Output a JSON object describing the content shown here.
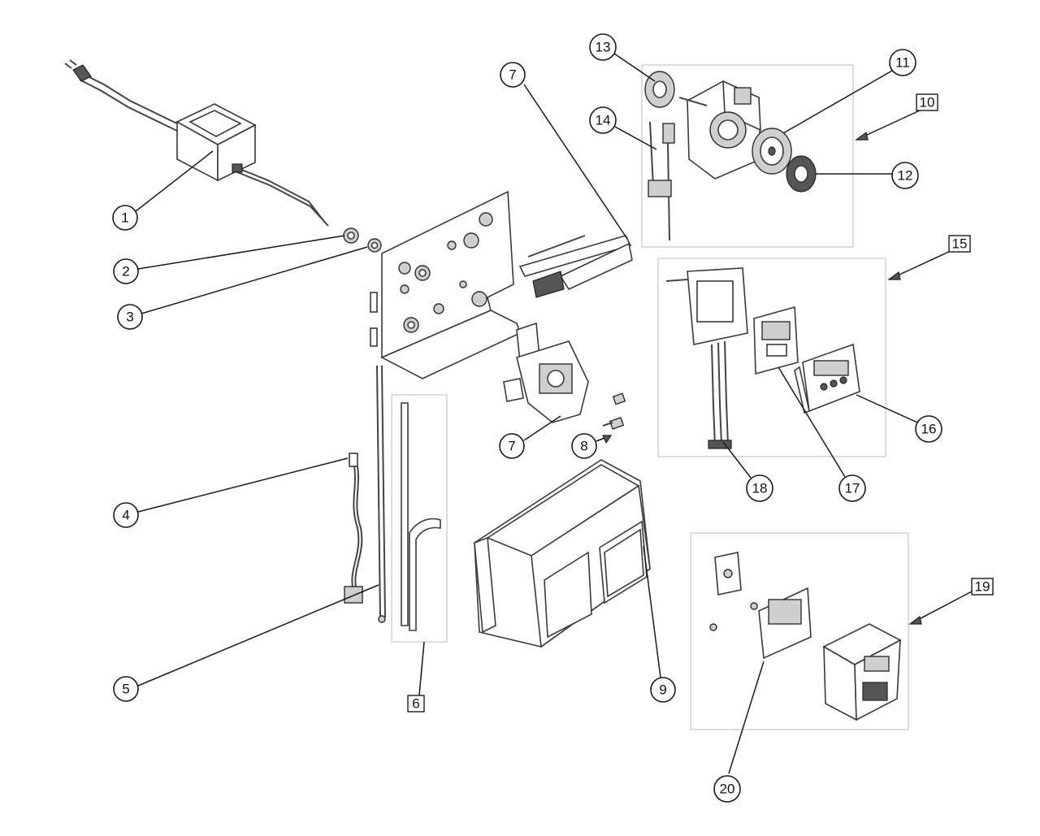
{
  "callouts": [
    {
      "id": "c1",
      "label": "1",
      "shape": "circle"
    },
    {
      "id": "c2",
      "label": "2",
      "shape": "circle"
    },
    {
      "id": "c3",
      "label": "3",
      "shape": "circle"
    },
    {
      "id": "c4",
      "label": "4",
      "shape": "circle"
    },
    {
      "id": "c5",
      "label": "5",
      "shape": "circle"
    },
    {
      "id": "c6",
      "label": "6",
      "shape": "square"
    },
    {
      "id": "c7a",
      "label": "7",
      "shape": "circle"
    },
    {
      "id": "c7b",
      "label": "7",
      "shape": "circle"
    },
    {
      "id": "c8",
      "label": "8",
      "shape": "circle"
    },
    {
      "id": "c9",
      "label": "9",
      "shape": "circle"
    },
    {
      "id": "c10",
      "label": "10",
      "shape": "square"
    },
    {
      "id": "c11",
      "label": "11",
      "shape": "circle"
    },
    {
      "id": "c12",
      "label": "12",
      "shape": "circle"
    },
    {
      "id": "c13",
      "label": "13",
      "shape": "circle"
    },
    {
      "id": "c14",
      "label": "14",
      "shape": "circle"
    },
    {
      "id": "c15",
      "label": "15",
      "shape": "square"
    },
    {
      "id": "c16",
      "label": "16",
      "shape": "circle"
    },
    {
      "id": "c17",
      "label": "17",
      "shape": "circle"
    },
    {
      "id": "c18",
      "label": "18",
      "shape": "circle"
    },
    {
      "id": "c19",
      "label": "19",
      "shape": "square"
    },
    {
      "id": "c20",
      "label": "20",
      "shape": "circle"
    }
  ]
}
